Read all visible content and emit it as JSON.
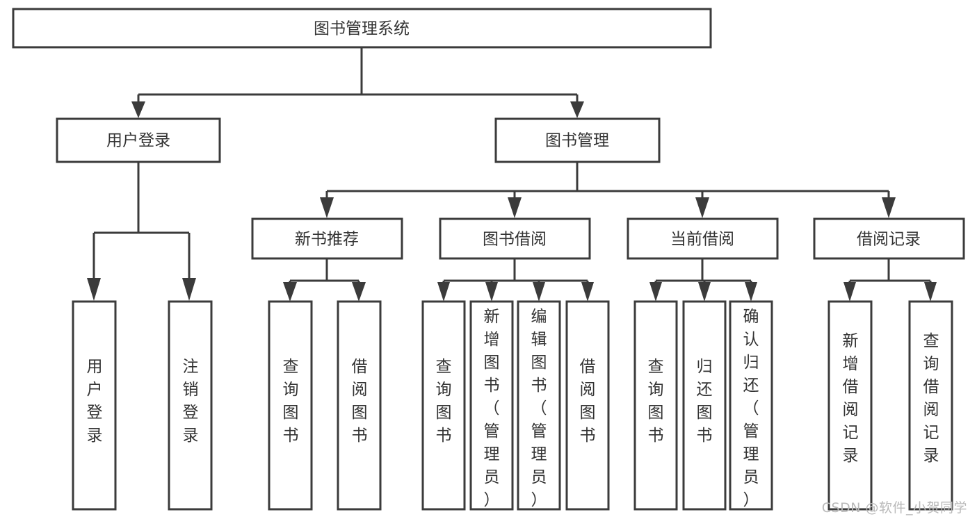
{
  "diagram": {
    "type": "tree",
    "title": "图书管理系统",
    "watermark": "CSDN @软件_小贺同学",
    "colors": {
      "background": "#ffffff",
      "stroke": "#3b3b3b",
      "text": "#333333",
      "node_fill": "#ffffff",
      "watermark": "#b9b9b9"
    },
    "nodes": {
      "root": {
        "label": "图书管理系统",
        "level": 0,
        "orientation": "horizontal"
      },
      "user_login": {
        "label": "用户登录",
        "level": 1,
        "orientation": "horizontal"
      },
      "book_manage": {
        "label": "图书管理",
        "level": 1,
        "orientation": "horizontal"
      },
      "new_book_rec": {
        "label": "新书推荐",
        "level": 2,
        "orientation": "horizontal"
      },
      "book_borrow": {
        "label": "图书借阅",
        "level": 2,
        "orientation": "horizontal"
      },
      "current_borrow": {
        "label": "当前借阅",
        "level": 2,
        "orientation": "horizontal"
      },
      "borrow_record": {
        "label": "借阅记录",
        "level": 2,
        "orientation": "horizontal"
      },
      "leaf_user_login": {
        "label": "用户登录",
        "level": 3,
        "orientation": "vertical"
      },
      "leaf_logout": {
        "label": "注销登录",
        "level": 3,
        "orientation": "vertical"
      },
      "leaf_query_book_1": {
        "label": "查询图书",
        "level": 3,
        "orientation": "vertical"
      },
      "leaf_borrow_book_1": {
        "label": "借阅图书",
        "level": 3,
        "orientation": "vertical"
      },
      "leaf_query_book_2": {
        "label": "查询图书",
        "level": 3,
        "orientation": "vertical"
      },
      "leaf_add_book": {
        "label": "新增图书（管理员）",
        "level": 3,
        "orientation": "vertical"
      },
      "leaf_edit_book": {
        "label": "编辑图书（管理员）",
        "level": 3,
        "orientation": "vertical"
      },
      "leaf_borrow_book_2": {
        "label": "借阅图书",
        "level": 3,
        "orientation": "vertical"
      },
      "leaf_query_book_3": {
        "label": "查询图书",
        "level": 3,
        "orientation": "vertical"
      },
      "leaf_return_book": {
        "label": "归还图书",
        "level": 3,
        "orientation": "vertical"
      },
      "leaf_confirm_return": {
        "label": "确认归还（管理员）",
        "level": 3,
        "orientation": "vertical"
      },
      "leaf_add_record": {
        "label": "新增借阅记录",
        "level": 3,
        "orientation": "vertical"
      },
      "leaf_query_record": {
        "label": "查询借阅记录",
        "level": 3,
        "orientation": "vertical"
      }
    },
    "edges": [
      {
        "from": "root",
        "to": "user_login"
      },
      {
        "from": "root",
        "to": "book_manage"
      },
      {
        "from": "user_login",
        "to": "leaf_user_login"
      },
      {
        "from": "user_login",
        "to": "leaf_logout"
      },
      {
        "from": "book_manage",
        "to": "new_book_rec"
      },
      {
        "from": "book_manage",
        "to": "book_borrow"
      },
      {
        "from": "book_manage",
        "to": "current_borrow"
      },
      {
        "from": "book_manage",
        "to": "borrow_record"
      },
      {
        "from": "new_book_rec",
        "to": "leaf_query_book_1"
      },
      {
        "from": "new_book_rec",
        "to": "leaf_borrow_book_1"
      },
      {
        "from": "book_borrow",
        "to": "leaf_query_book_2"
      },
      {
        "from": "book_borrow",
        "to": "leaf_add_book"
      },
      {
        "from": "book_borrow",
        "to": "leaf_edit_book"
      },
      {
        "from": "book_borrow",
        "to": "leaf_borrow_book_2"
      },
      {
        "from": "current_borrow",
        "to": "leaf_query_book_3"
      },
      {
        "from": "current_borrow",
        "to": "leaf_return_book"
      },
      {
        "from": "current_borrow",
        "to": "leaf_confirm_return"
      },
      {
        "from": "borrow_record",
        "to": "leaf_add_record"
      },
      {
        "from": "borrow_record",
        "to": "leaf_query_record"
      }
    ]
  }
}
